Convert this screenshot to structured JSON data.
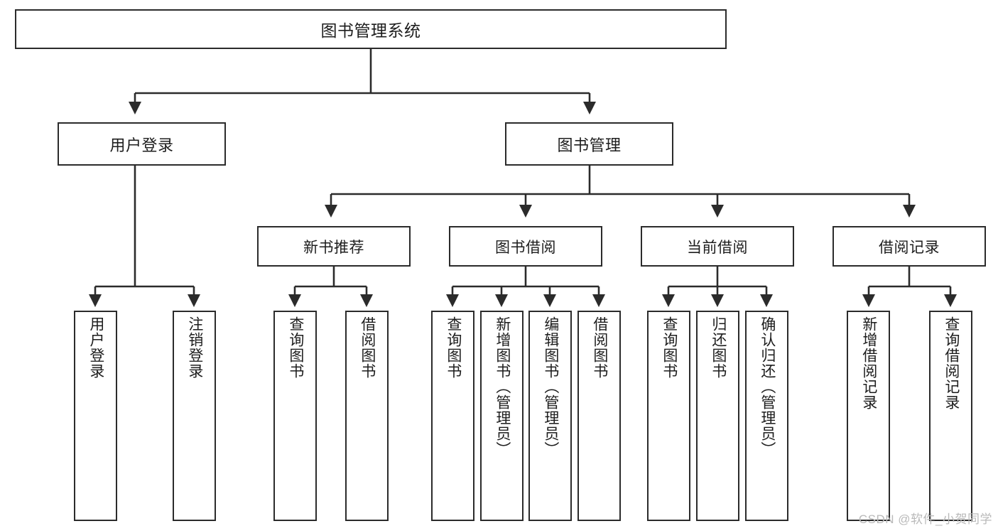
{
  "diagram": {
    "title": "图书管理系统",
    "type": "tree-hierarchy",
    "colors": {
      "border": "#2b2b2b",
      "text": "#1d1d1d",
      "background": "#ffffff",
      "edge": "#2b2b2b",
      "watermark": "#b9b9b9"
    },
    "nodes": {
      "root": {
        "label": "图书管理系统"
      },
      "level2": [
        {
          "id": "user-login",
          "label": "用户登录"
        },
        {
          "id": "book-management",
          "label": "图书管理"
        }
      ],
      "level3": [
        {
          "id": "new-book-recommend",
          "label": "新书推荐"
        },
        {
          "id": "book-borrow",
          "label": "图书借阅"
        },
        {
          "id": "current-borrow",
          "label": "当前借阅"
        },
        {
          "id": "borrow-record",
          "label": "借阅记录"
        }
      ],
      "leaves": [
        {
          "id": "leaf-user-login",
          "label": "用户登录",
          "parent": "user-login"
        },
        {
          "id": "leaf-logout-login",
          "label": "注销登录",
          "parent": "user-login"
        },
        {
          "id": "leaf-query-book-1",
          "label": "查询图书",
          "parent": "new-book-recommend"
        },
        {
          "id": "leaf-borrow-book-1",
          "label": "借阅图书",
          "parent": "new-book-recommend"
        },
        {
          "id": "leaf-query-book-2",
          "label": "查询图书",
          "parent": "book-borrow"
        },
        {
          "id": "leaf-add-book",
          "label": "新增图书（管理员）",
          "parent": "book-borrow"
        },
        {
          "id": "leaf-edit-book",
          "label": "编辑图书（管理员）",
          "parent": "book-borrow"
        },
        {
          "id": "leaf-borrow-book-2",
          "label": "借阅图书",
          "parent": "book-borrow"
        },
        {
          "id": "leaf-query-book-3",
          "label": "查询图书",
          "parent": "current-borrow"
        },
        {
          "id": "leaf-return-book",
          "label": "归还图书",
          "parent": "current-borrow"
        },
        {
          "id": "leaf-confirm-return",
          "label": "确认归还（管理员）",
          "parent": "current-borrow"
        },
        {
          "id": "leaf-add-record",
          "label": "新增借阅记录",
          "parent": "borrow-record"
        },
        {
          "id": "leaf-query-record",
          "label": "查询借阅记录",
          "parent": "borrow-record"
        }
      ]
    },
    "watermark": "CSDN @软件_小贺同学"
  }
}
